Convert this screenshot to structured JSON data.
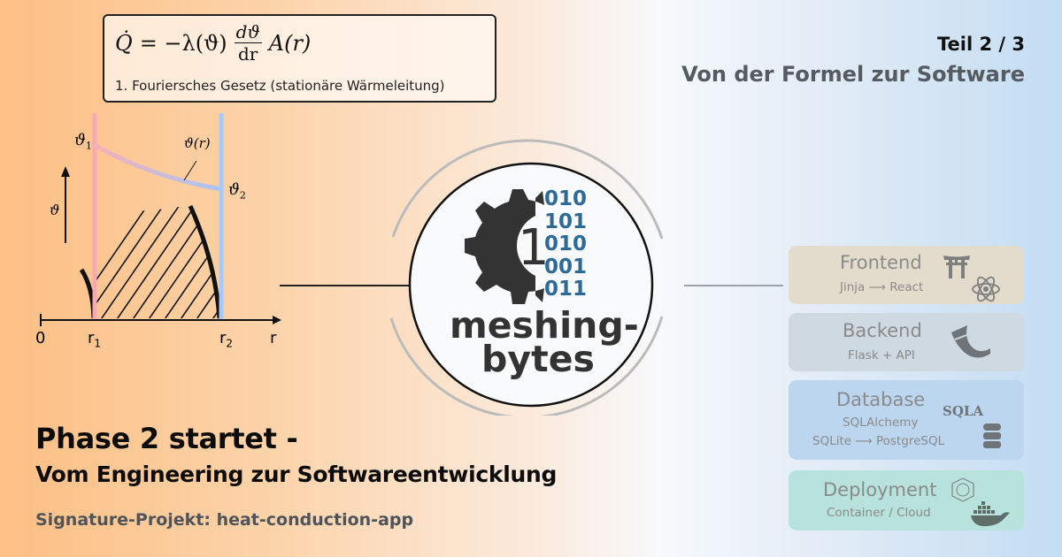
{
  "formula": {
    "lhs": "Q̇",
    "eq": "= −λ(ϑ)",
    "frac_num": "dϑ",
    "frac_den": "dr",
    "rhs": "A(r)",
    "caption": "1. Fouriersches Gesetz (stationäre Wärmeleitung)"
  },
  "diagram": {
    "theta1": "ϑ",
    "theta1_sub": "1",
    "theta2": "ϑ",
    "theta2_sub": "2",
    "theta_r": "ϑ(r)",
    "theta_axis": "ϑ",
    "x_origin": "0",
    "r1": "r",
    "r1_sub": "1",
    "r2": "r",
    "r2_sub": "2",
    "r_axis": "r",
    "colors": {
      "inner_wall": "#f8aab0",
      "outer_wall": "#a8c8f8"
    }
  },
  "header": {
    "part": "Teil 2 / 3",
    "subtitle": "Von der Formel zur Software"
  },
  "logo": {
    "digit": "1",
    "binary": [
      "010",
      "101",
      "010",
      "001",
      "011"
    ],
    "name_line1": "meshing-",
    "name_line2": "bytes",
    "colors": {
      "gear": "#333333",
      "binary": "#2d6a99"
    }
  },
  "headline": {
    "line1": "Phase 2 startet -",
    "line2": "Vom Engineering zur Softwareentwicklung",
    "signature": "Signature-Projekt: heat-conduction-app"
  },
  "stack": [
    {
      "title": "Frontend",
      "sub": "Jinja ⟶ React",
      "icons": [
        "torii-gate-icon",
        "react-icon"
      ],
      "color": "#e3dccd"
    },
    {
      "title": "Backend",
      "sub": "Flask + API",
      "icons": [
        "flask-horn-icon"
      ],
      "color": "#cfd9e2"
    },
    {
      "title": "Database",
      "sub": "SQLAlchemy",
      "sub2": "SQLite ⟶ PostgreSQL",
      "badge": "SQLA",
      "icons": [
        "database-icon"
      ],
      "color": "#bcd6ef"
    },
    {
      "title": "Deployment",
      "sub": "Container / Cloud",
      "icons": [
        "gunicorn-badge-icon",
        "docker-whale-icon"
      ],
      "color": "#b7e3dc"
    }
  ]
}
